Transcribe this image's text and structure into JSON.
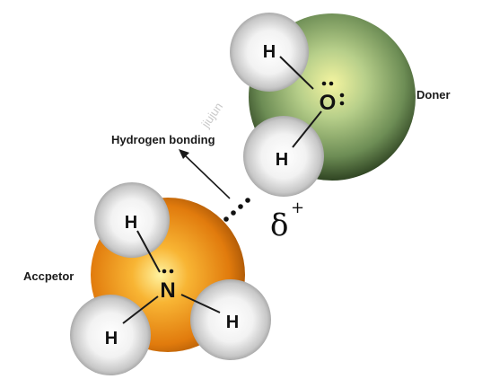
{
  "water": {
    "oxygen_symbol": "O",
    "hydrogen_top_symbol": "H",
    "hydrogen_bottom_symbol": "H",
    "role_label": "Doner",
    "sphere_color": "#5a7a45"
  },
  "ammonia": {
    "nitrogen_symbol": "N",
    "hydrogen_top_symbol": "H",
    "hydrogen_left_symbol": "H",
    "hydrogen_right_symbol": "H",
    "role_label": "Accpetor",
    "sphere_color": "#e08010"
  },
  "bond": {
    "label": "Hydrogen bonding",
    "charge_symbol": "δ",
    "charge_sign": "+",
    "dots": "⋯"
  },
  "watermark": "jiujun"
}
